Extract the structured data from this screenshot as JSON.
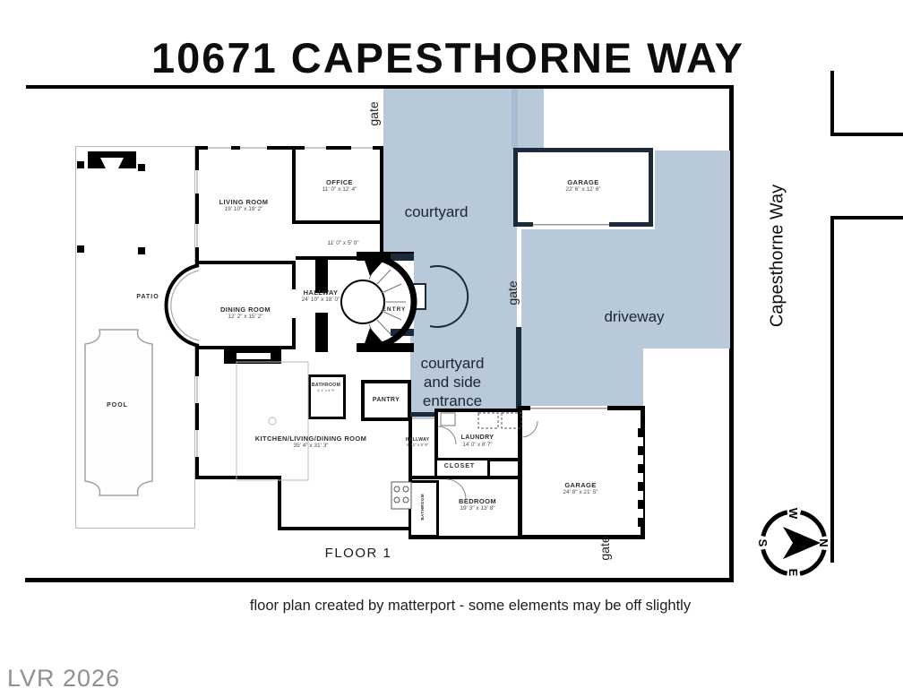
{
  "title": "10671 CAPESTHORNE WAY",
  "street": "Capesthorne Way",
  "floor_label": "FLOOR 1",
  "footnote": "floor plan created by matterport - some elements may be off slightly",
  "watermark": "LVR 2026",
  "colors": {
    "area_fill": "#b8c9da",
    "area_fill_dark": "#a6bcd1",
    "wall_navy": "#1c2b3c",
    "wall_black": "#000000",
    "area_text": "#1d2433",
    "watermark_gray": "#8f8f8f"
  },
  "areas": {
    "courtyard": "courtyard",
    "driveway": "driveway",
    "side_entrance_line1": "courtyard",
    "side_entrance_line2": "and side",
    "side_entrance_line3": "entrance",
    "gate": "gate"
  },
  "compass": {
    "n": "N",
    "e": "E",
    "s": "S",
    "w": "W"
  },
  "rooms": {
    "living": {
      "name": "LIVING ROOM",
      "dims": "19' 10\" x 19' 2\""
    },
    "office": {
      "name": "OFFICE",
      "dims": "11' 0\" x 12' 4\""
    },
    "nook": {
      "dims": "11' 0\" x 5' 0\""
    },
    "dining": {
      "name": "DINING ROOM",
      "dims": "12' 2\" x 15' 2\""
    },
    "hallway": {
      "name": "HALLWAY",
      "dims": "24' 10\" x 18' 0\""
    },
    "entry": {
      "name": "ENTRY"
    },
    "patio": {
      "name": "PATIO"
    },
    "pool": {
      "name": "POOL"
    },
    "kitchen": {
      "name": "KITCHEN/LIVING/DINING ROOM",
      "dims": "35' 4\" x 31' 3\""
    },
    "pantry": {
      "name": "PANTRY"
    },
    "bathroom1": {
      "name": "BATHROOM",
      "dims": "4' 1\" x 4' 9\""
    },
    "hall2": {
      "name": "HALLWAY",
      "dims": "4' 11\" x 5' 9\""
    },
    "laundry": {
      "name": "LAUNDRY",
      "dims": "14' 0\" x 8' 7\""
    },
    "closet": {
      "name": "CLOSET"
    },
    "bedroom": {
      "name": "BEDROOM",
      "dims": "19' 3\" x 13' 8\""
    },
    "bathroom2": {
      "name": "BATHROOM"
    },
    "garage_top": {
      "name": "GARAGE",
      "dims": "22' 6\" x 12' 6\""
    },
    "garage_bottom": {
      "name": "GARAGE",
      "dims": "24' 8\" x 21' 5\""
    }
  }
}
